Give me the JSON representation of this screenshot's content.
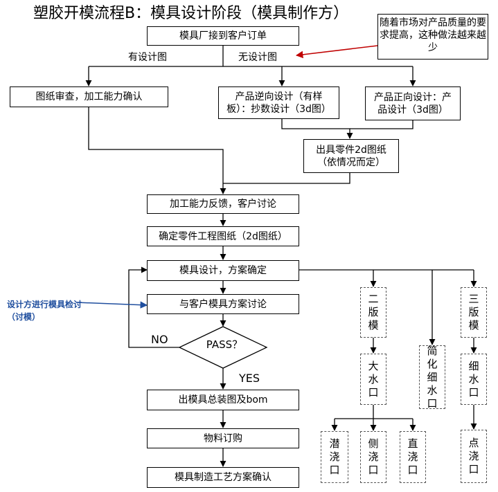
{
  "title": "塑胶开模流程B：模具设计阶段（模具制作方）",
  "note": "随着市场对产品质量的要求提高，这种做法越来越少",
  "side_note": "设计方进行模具检讨（讨模）",
  "steps": {
    "receive_order": "模具厂接到客户订单",
    "drawing_review": "图纸审查，加工能力确认",
    "reverse_design": "产品逆向设计（有样板）：抄数设计（3d图）",
    "forward_design": "产品正向设计：产品设计（3d图）",
    "part_2d": "出具零件2d图纸（依情况而定）",
    "feedback": "加工能力反馈，客户讨论",
    "confirm_2d": "确定零件工程图纸（2d图纸）",
    "mold_design": "模具设计，方案确定",
    "discuss": "与客户模具方案讨论",
    "pass": "PASS？",
    "assembly": "出模具总装图及bom",
    "purchase": "物料订购",
    "process": "模具制造工艺方案确认"
  },
  "labels": {
    "with_drawing": "有设计图",
    "without_drawing": "无设计图",
    "no": "NO",
    "yes": "YES"
  },
  "mold_types": {
    "two_plate": "二\n版\n模",
    "big_gate": "大\n水\n口",
    "simplified": "简\n化\n细\n水\n口",
    "three_plate": "三\n版\n模",
    "pin_gate": "细\n水\n口",
    "sub_gate": "潜\n浇\n口",
    "side_gate": "侧\n浇\n口",
    "direct_gate": "直\n浇\n口",
    "point_gate": "点\n浇\n口"
  },
  "colors": {
    "line": "#000000",
    "note_arrow": "#c00000",
    "side_note": "#1f4e9e"
  }
}
